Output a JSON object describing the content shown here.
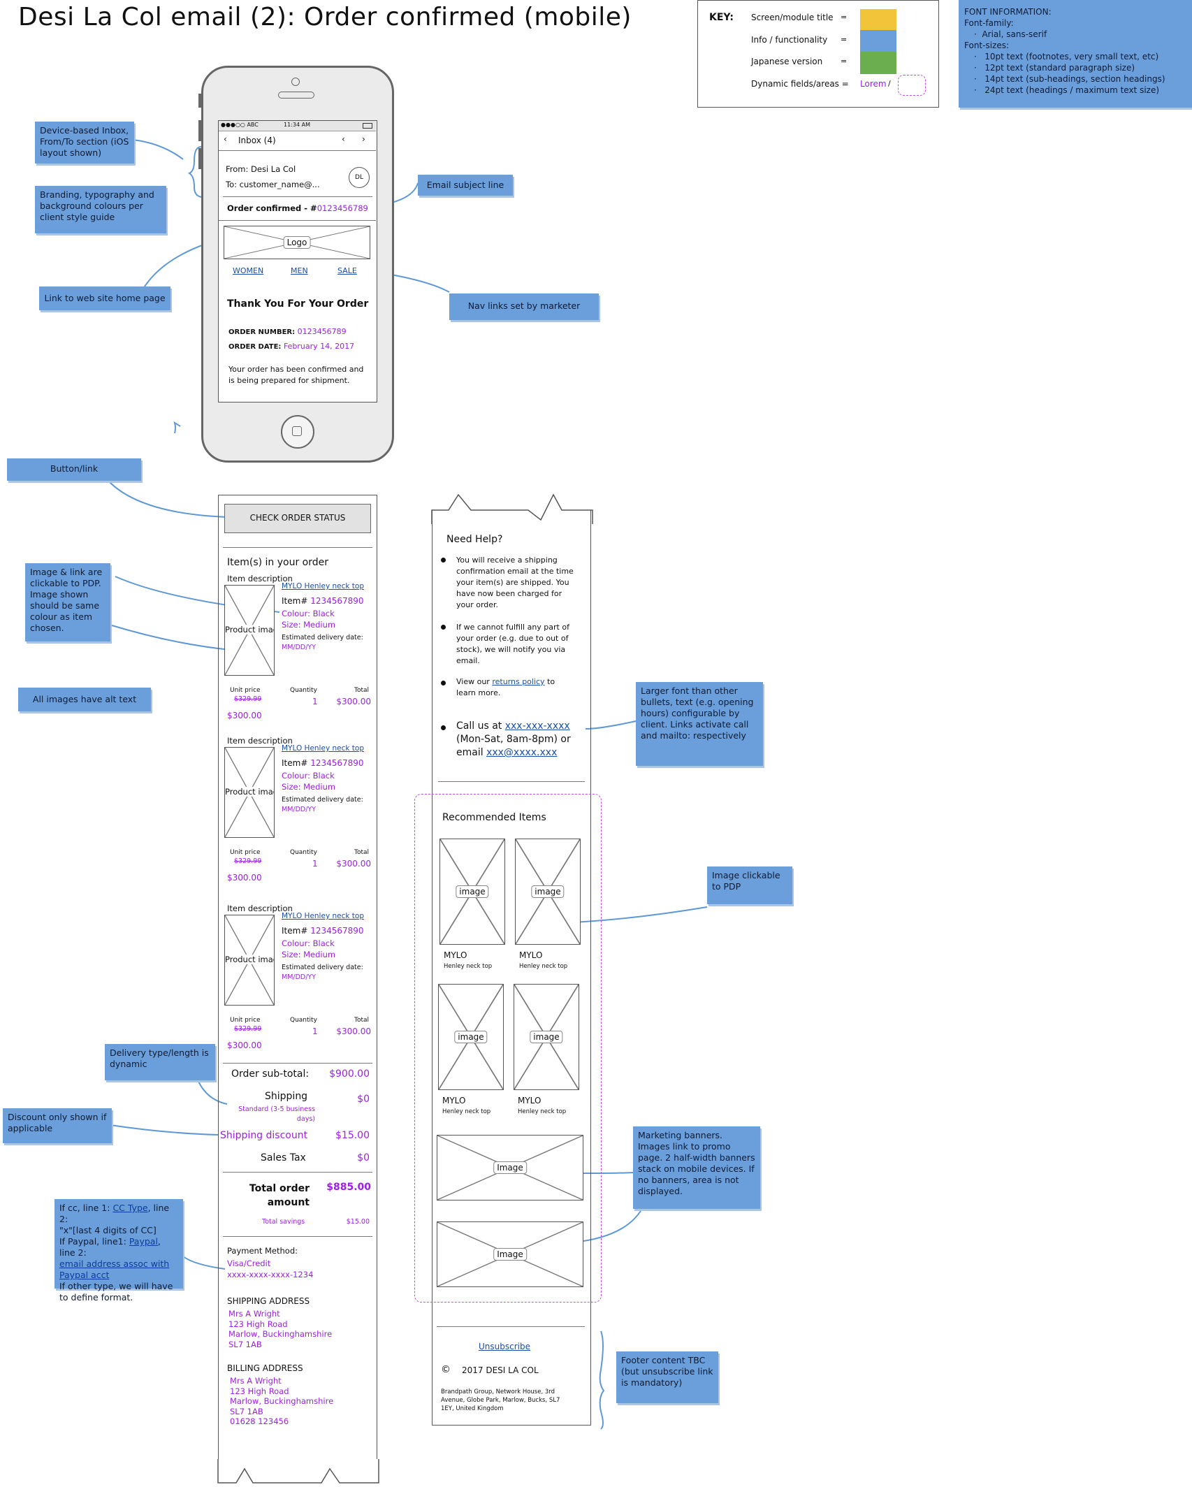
{
  "title": "Desi La Col email (2): Order confirmed (mobile)",
  "key": {
    "label": "KEY:",
    "rows": [
      {
        "text": "Screen/module title",
        "eq": "=",
        "color": "#f2c43a"
      },
      {
        "text": "Info / functionality",
        "eq": "=",
        "color": "#6a9fdc"
      },
      {
        "text": "Japanese version",
        "eq": "=",
        "color": "#6aae4f"
      },
      {
        "text": "Dynamic fields/areas =",
        "eq": "",
        "sample": "Lorem",
        "slash": "/"
      }
    ]
  },
  "font_info": {
    "heading": "FONT INFORMATION:",
    "family_label": "Font-family:",
    "family": "Arial, sans-serif",
    "sizes_label": "Font-sizes:",
    "sizes": [
      "10pt text (footnotes, very small text, etc)",
      "12pt text (standard paragraph size)",
      "14pt text (sub-headings, section headings)",
      "24pt text (headings / maximum text size)"
    ]
  },
  "notes": {
    "inbox": "Device-based Inbox, From/To section (iOS layout shown)",
    "branding": "Branding, typography and background colours per client style guide",
    "home_link": "Link to web site home page",
    "subject": "Email subject line",
    "nav_links": "Nav links set by marketer",
    "button": "Button/link",
    "image_link": "Image & link are clickable to PDP. Image shown should be same colour as item chosen.",
    "alt_text": "All images have alt text",
    "delivery": "Delivery type/length is dynamic",
    "discount": "Discount only shown if applicable",
    "payment": {
      "l1a": "If cc, line 1: ",
      "l1b": "CC Type",
      "l1c": ", line 2:",
      "l2": "\"x\"[last 4 digits of CC]",
      "l3a": "If Paypal, line1: ",
      "l3b": "Paypal",
      "l3c": ", line 2:",
      "l4": "email address assoc with Paypal acct",
      "l5": "If other type, we will have to define format."
    },
    "larger_font": "Larger font than other bullets, text (e.g. opening hours) configurable by client. Links activate call and mailto: respectively",
    "image_pdp": "Image clickable to PDP",
    "marketing": "Marketing banners. Images link to promo page. 2 half-width banners stack on mobile devices. If no banners, area is not displayed.",
    "footer": "Footer content TBC (but unsubscribe link is mandatory)"
  },
  "phone": {
    "status_carrier": "●●●○○ ABC",
    "status_time": "11:34 AM",
    "inbox_label": "Inbox (4)",
    "from": "From: Desi La Col",
    "to": "To: customer_name@...",
    "avatar": "DL",
    "subject_prefix": "Order confirmed - #",
    "subject_number": "0123456789",
    "logo": "Logo",
    "nav": [
      "WOMEN",
      "MEN",
      "SALE"
    ],
    "thank_you": "Thank You For Your Order",
    "order_number_label": "ORDER NUMBER:",
    "order_number": "0123456789",
    "order_date_label": "ORDER DATE:",
    "order_date": "February 14, 2017",
    "message": "Your order has been confirmed and is being prepared for shipment."
  },
  "email": {
    "button": "CHECK ORDER STATUS",
    "items_heading": "Item(s) in your order",
    "items": [
      {
        "desc": "Item description",
        "image": "Product image",
        "name": "MYLO Henley neck top",
        "item_label": "Item# ",
        "item_no": "1234567890",
        "colour": "Colour: Black",
        "size": "Size: Medium",
        "est_label": "Estimated delivery date:",
        "est": "MM/DD/YY",
        "unit_label": "Unit price",
        "qty_label": "Quantity",
        "total_label": "Total",
        "old_price": "$329.99",
        "qty": "1",
        "total": "$300.00",
        "price": "$300.00"
      },
      {
        "desc": "Item description",
        "image": "Product image",
        "name": "MYLO Henley neck top",
        "item_label": "Item# ",
        "item_no": "1234567890",
        "colour": "Colour: Black",
        "size": "Size: Medium",
        "est_label": "Estimated delivery date:",
        "est": "MM/DD/YY",
        "unit_label": "Unit price",
        "qty_label": "Quantity",
        "total_label": "Total",
        "old_price": "$329.99",
        "qty": "1",
        "total": "$300.00",
        "price": "$300.00"
      },
      {
        "desc": "Item description",
        "image": "Product image",
        "name": "MYLO Henley neck top",
        "item_label": "Item# ",
        "item_no": "1234567890",
        "colour": "Colour: Black",
        "size": "Size: Medium",
        "est_label": "Estimated delivery date:",
        "est": "MM/DD/YY",
        "unit_label": "Unit price",
        "qty_label": "Quantity",
        "total_label": "Total",
        "old_price": "$329.99",
        "qty": "1",
        "total": "$300.00",
        "price": "$300.00"
      }
    ],
    "subtotal_label": "Order sub-total:",
    "subtotal": "$900.00",
    "shipping_label": "Shipping",
    "shipping": "$0",
    "shipping_type": "Standard (3-5 business days)",
    "discount_label": "Shipping discount",
    "discount": "$15.00",
    "tax_label": "Sales Tax",
    "tax": "$0",
    "total_label": "Total order amount",
    "total": "$885.00",
    "savings_label": "Total savings",
    "savings": "$15.00",
    "payment_label": "Payment Method:",
    "payment_type": "Visa/Credit",
    "payment_card": "xxxx-xxxx-xxxx-1234",
    "shipping_address_label": "SHIPPING ADDRESS",
    "shipping_address": [
      "Mrs A Wright",
      "123 High Road",
      "Marlow, Buckinghamshire",
      "SL7 1AB"
    ],
    "billing_address_label": "BILLING ADDRESS",
    "billing_address": [
      "Mrs A Wright",
      "123 High Road",
      "Marlow, Buckinghamshire",
      "SL7 1AB",
      "01628 123456"
    ]
  },
  "help": {
    "heading": "Need Help?",
    "b1": "You will receive a shipping confirmation email at the time your item(s) are shipped. You have now been charged for your order.",
    "b2": "If we cannot fulfill any part of your order (e.g. due to out of stock), we will notify you via email.",
    "b3a": "View our ",
    "b3b": "returns policy",
    "b3c": " to learn more.",
    "call_a": "Call us at ",
    "phone": "xxx-xxx-xxxx",
    "hours": "(Mon-Sat, 8am-8pm) or",
    "email_a": "email ",
    "email": "xxx@xxxx.xxx",
    "rec_heading": "Recommended Items",
    "rec": [
      {
        "image": "image",
        "brand": "MYLO",
        "name": "Henley neck top"
      },
      {
        "image": "image",
        "brand": "MYLO",
        "name": "Henley neck top"
      },
      {
        "image": "image",
        "brand": "MYLO",
        "name": "Henley neck top"
      },
      {
        "image": "image",
        "brand": "MYLO",
        "name": "Henley neck top"
      }
    ],
    "banner1": "Image",
    "banner2": "Image",
    "unsubscribe": "Unsubscribe",
    "copyright_symbol": "©",
    "copyright": "2017 DESI LA COL",
    "address": "Brandpath Group, Network House, 3rd Avenue, Globe Park, Marlow, Bucks, SL7 1EY, United Kingdom"
  }
}
